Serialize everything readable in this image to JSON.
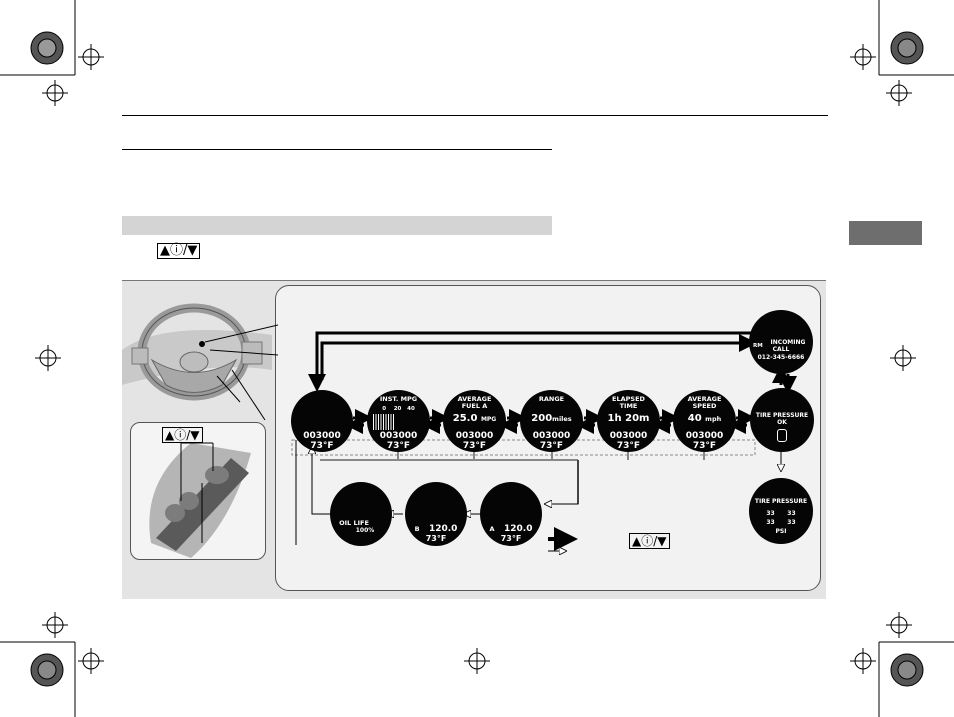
{
  "instruction": {
    "button_symbols": "▲ⓘ/▼",
    "arrow_symbols": "▲ⓘ/▼"
  },
  "wheel_button_label": "▲ⓘ/▼",
  "displays": {
    "odometer": "003000",
    "temp": "73°F",
    "inst_mpg": {
      "title": "INST. MPG",
      "scale": [
        "0",
        "20",
        "40"
      ]
    },
    "avg_fuel": {
      "title_line1": "AVERAGE",
      "title_line2": "FUEL A",
      "value": "25.0",
      "unit": "MPG"
    },
    "range": {
      "title": "RANGE",
      "value": "200",
      "unit": "miles"
    },
    "elapsed": {
      "title_line1": "ELAPSED",
      "title_line2": "TIME",
      "value": "1h 20m"
    },
    "avg_speed": {
      "title_line1": "AVERAGE",
      "title_line2": "SPEED",
      "value": "40",
      "unit": "mph"
    },
    "tire_ok": {
      "title": "TIRE PRESSURE",
      "status": "OK"
    },
    "incoming_call": {
      "title": "INCOMING",
      "title2": "CALL",
      "number": "012-345-6666",
      "band": "RM"
    },
    "tire_psi": {
      "title": "TIRE PRESSURE",
      "values": [
        "33",
        "33",
        "33",
        "33"
      ],
      "unit": "PSI"
    },
    "oil_life": {
      "title": "OIL LIFE",
      "value": "100%"
    },
    "trip_b": {
      "label": "B",
      "value": "120.0"
    },
    "trip_a": {
      "label": "A",
      "value": "120.0"
    }
  },
  "colors": {
    "header_bar": "#d4d4d4",
    "side_tab": "#6e6e6e",
    "figure_bg": "#e4e4e4",
    "panel_bg": "#f2f2f2"
  }
}
